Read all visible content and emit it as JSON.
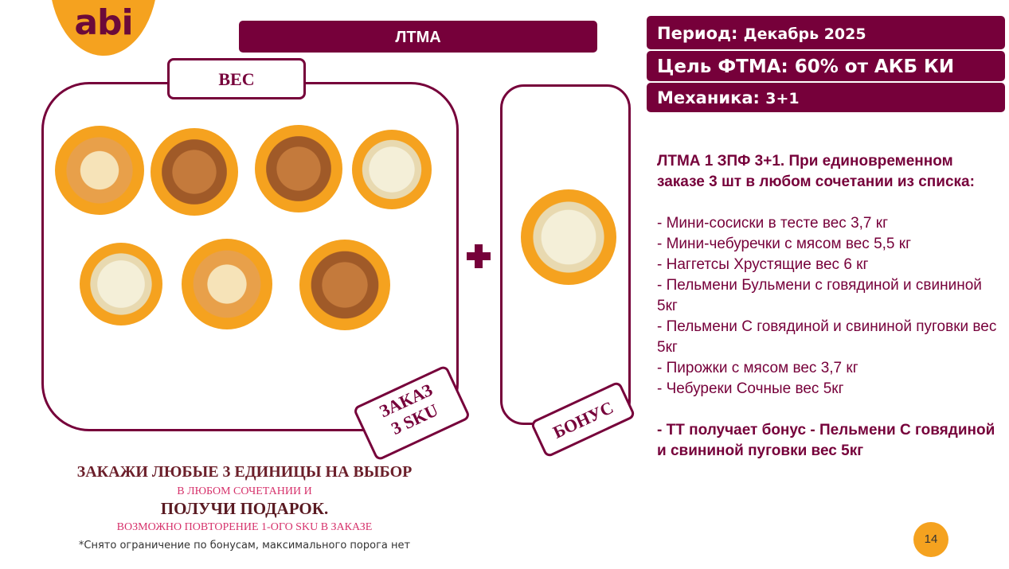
{
  "logo": "abi",
  "header": {
    "title": "ЛТМА"
  },
  "info": {
    "period_label": "Период:",
    "period_value": "Декабрь 2025",
    "goal": "Цель ФТМА: 60% от АКБ КИ",
    "mechanics_label": "Механика:",
    "mechanics_value": "3+1"
  },
  "labels": {
    "weight": "ВЕС",
    "order_line1": "ЗАКАЗ",
    "order_line2": "3 SKU",
    "bonus": "БОНУС"
  },
  "description": {
    "intro": "ЛТМА 1 ЗПФ 3+1. При единовременном заказе 3 шт в любом сочетании из списка:",
    "items": [
      " - Мини-сосиски в тесте вес 3,7 кг",
      " - Мини-чебуречки с мясом вес 5,5 кг",
      " - Наггетсы Хрустящие вес 6 кг",
      " - Пельмени Бульмени с говядиной и свининой 5кг",
      "- Пельмени С говядиной и свининой пуговки вес 5кг",
      " - Пирожки с мясом вес 3,7 кг",
      " - Чебуреки Сочные вес 5кг"
    ],
    "bonus_note": "- ТТ получает бонус - Пельмени С говядиной и свининой пуговки вес 5кг"
  },
  "promo": {
    "line1": "ЗАКАЖИ ЛЮБЫЕ 3 ЕДИНИЦЫ НА ВЫБОР",
    "line2": "В ЛЮБОМ СОЧЕТАНИИ И",
    "line3": "ПОЛУЧИ ПОДАРОК.",
    "line4": "ВОЗМОЖНО ПОВТОРЕНИЕ 1-ОГО SKU В ЗАКАЗЕ",
    "footnote": "*Снято ограничение по бонусам, максимального порога нет"
  },
  "page_number": "14"
}
